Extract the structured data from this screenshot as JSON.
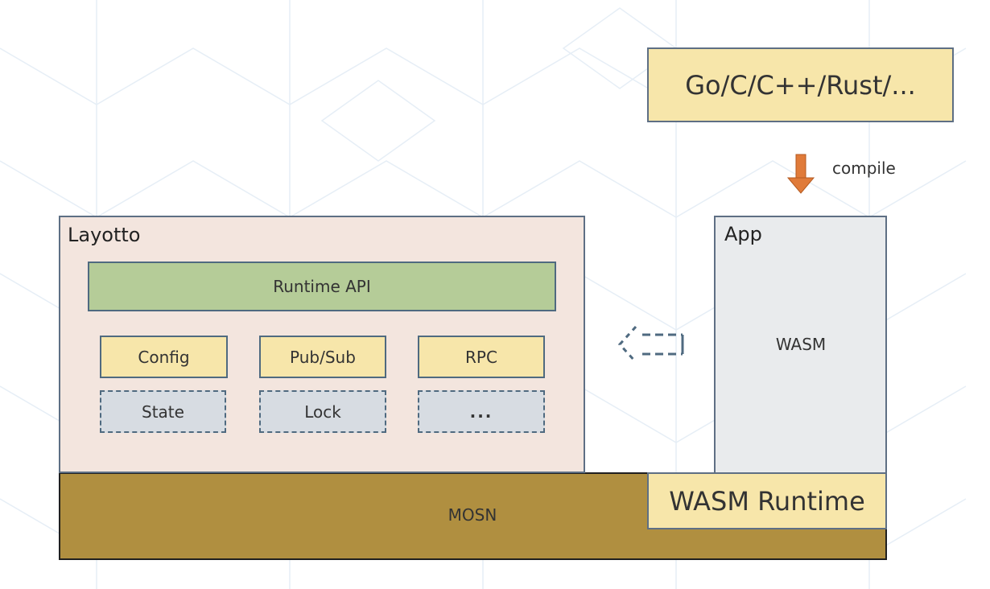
{
  "colors": {
    "mosn": "#b08f40",
    "layotto": "#f3e5de",
    "runtime_api": "#b5cc98",
    "component": "#f7e6aa",
    "component_dashed": "#d7dce2",
    "app": "#e9ebed",
    "arrow": "#e07b3a",
    "border": "#4f6a80"
  },
  "layotto": {
    "title": "Layotto",
    "runtime_api": "Runtime API",
    "components": [
      "Config",
      "Pub/Sub",
      "RPC"
    ],
    "dashed_components": [
      "State",
      "Lock",
      "..."
    ]
  },
  "mosn": {
    "label": "MOSN"
  },
  "app": {
    "title": "App",
    "wasm_label": "WASM"
  },
  "wasm_runtime": {
    "label": "WASM Runtime"
  },
  "source": {
    "languages": "Go/C/C++/Rust/..."
  },
  "compile": {
    "label": "compile"
  },
  "icons": {
    "compile_arrow": "arrow-down-icon",
    "call_arrow": "dashed-arrow-left-icon"
  }
}
